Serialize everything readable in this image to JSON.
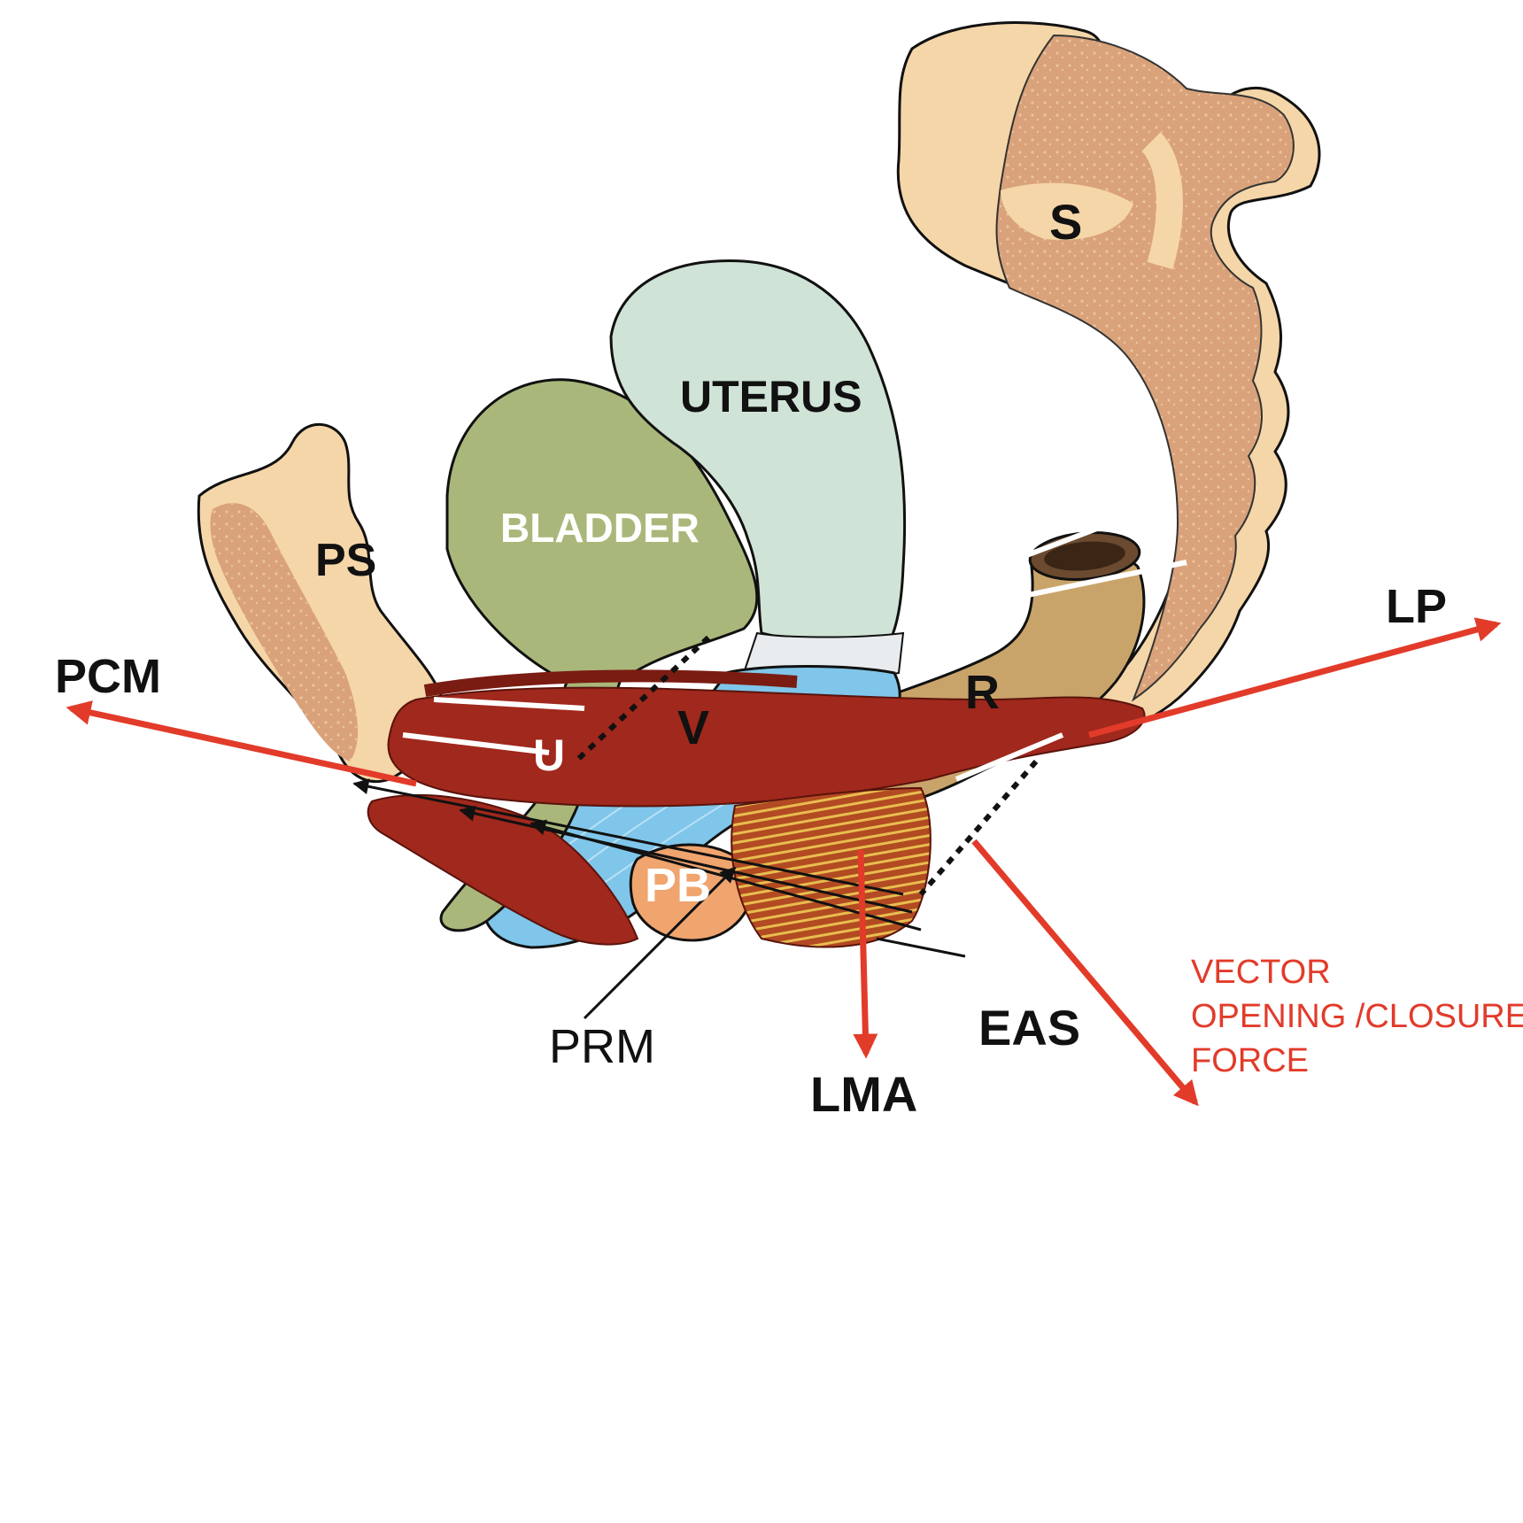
{
  "labels": {
    "s": "S",
    "uterus": "UTERUS",
    "bladder": "BLADDER",
    "ps": "PS",
    "pcm": "PCM",
    "lp": "LP",
    "r": "R",
    "v": "V",
    "u": "U",
    "pb": "PB",
    "prm": "PRM",
    "eas": "EAS",
    "lma": "LMA"
  },
  "vector_caption": [
    "VECTOR",
    "OPENING /CLOSURE",
    "FORCE"
  ],
  "colors": {
    "bone_outer": "#f5d6a8",
    "bone_inner": "#d9a27a",
    "bladder": "#a9b87a",
    "uterus": "#cfe3d6",
    "vagina": "#7fc6ea",
    "rectum": "#c9a46a",
    "muscle": "#a0281c",
    "eas_fibers": "#e0b64a",
    "perineal_body": "#f0a46e",
    "force_arrow": "#e23b2a"
  }
}
